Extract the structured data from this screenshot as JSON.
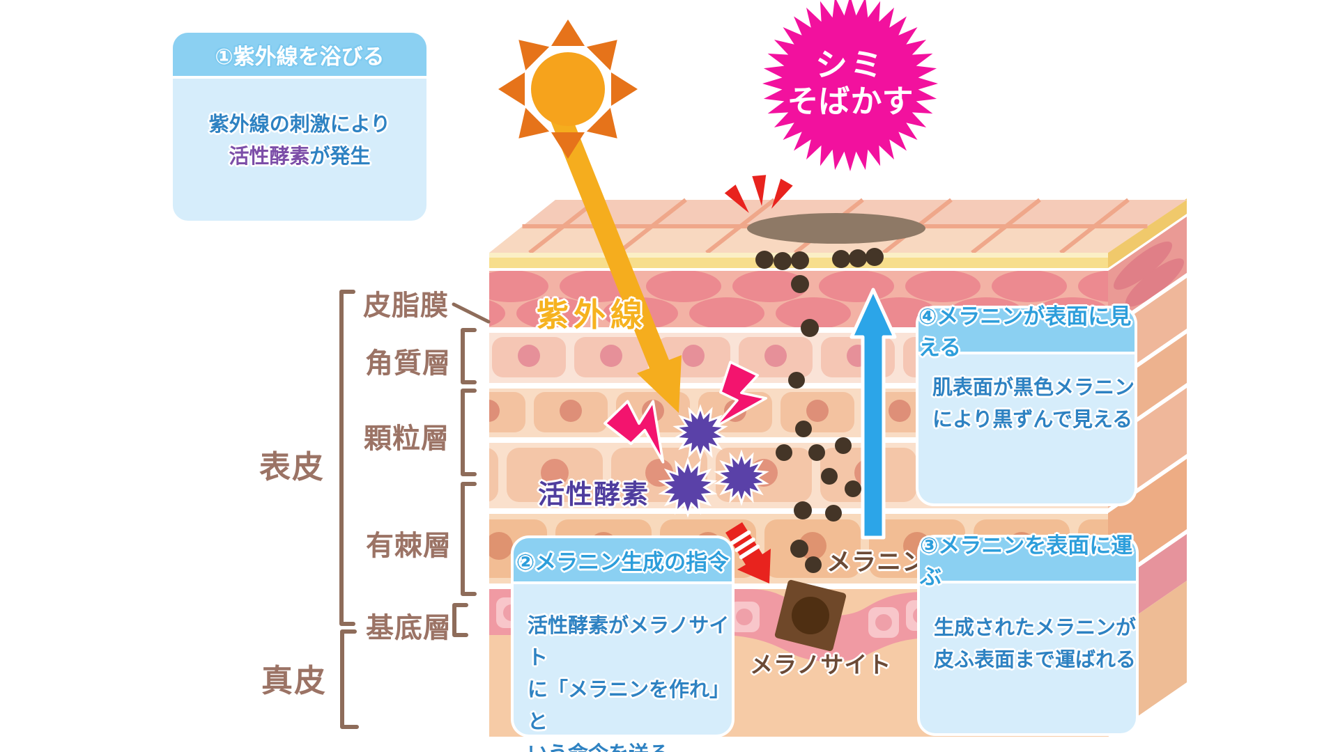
{
  "badge": {
    "line1": "シミ",
    "line2": "そばかす"
  },
  "boxes": {
    "box1": {
      "header": "①紫外線を浴びる",
      "line1": "紫外線の刺激により",
      "line2_purple": "活性酵素",
      "line2_rest": "が発生"
    },
    "box2": {
      "header": "②メラニン生成の指令",
      "lines": [
        "活性酵素がメラノサイト",
        "に「メラニンを作れ」と",
        "いう命令を送る"
      ]
    },
    "box3": {
      "header": "③メラニンを表面に運ぶ",
      "lines": [
        "生成されたメラニンが",
        "皮ふ表面まで運ばれる"
      ]
    },
    "box4": {
      "header": "④メラニンが表面に見える",
      "lines": [
        "肌表面が黒色メラニン",
        "により黒ずんで見える"
      ]
    }
  },
  "skin_layers": {
    "sebum_film": "皮脂膜",
    "horny_layer": "角質層",
    "granular_layer": "顆粒層",
    "spinous_layer": "有棘層",
    "basal_layer": "基底層",
    "epidermis": "表皮",
    "dermis": "真皮"
  },
  "annotations": {
    "uv_ray": "紫外線",
    "active_enzyme": "活性酵素",
    "melanin": "メラニン",
    "melanocyte": "メラノサイト"
  },
  "icons": {
    "sun": "sun-icon",
    "uv_arrow": "uv-arrow",
    "transport_arrow": "melanin-transport-arrow",
    "command_arrow": "command-arrow",
    "lightning": "lightning-icon",
    "enzyme_burst": "enzyme-burst-icon",
    "dark_spot": "dark-spot",
    "melanin_dots": "melanin-dots",
    "alert_marks": "alert-marks-icon",
    "badge_star": "starburst-badge"
  },
  "colors": {
    "badge_pink": "#F2119E",
    "sun_body": "#F6A31C",
    "sun_ray": "#E6731A",
    "uv_arrow": "#F5AD1E",
    "transport_arrow": "#2CA5E8",
    "command_arrow": "#E8231E",
    "enzyme_purple": "#5A41A8",
    "lightning_pink": "#F3146E",
    "melanin_brown": "#443527",
    "label_brown": "#9B7365",
    "box_header_bg": "#8BD0F2",
    "box_body_bg": "#D6EDFB",
    "box_header_text_blue": "#2D9EDB",
    "box_body_text": "#2E82C2",
    "enzyme_text": "#4F3D9E",
    "melanin_text": "#6B4A36"
  }
}
